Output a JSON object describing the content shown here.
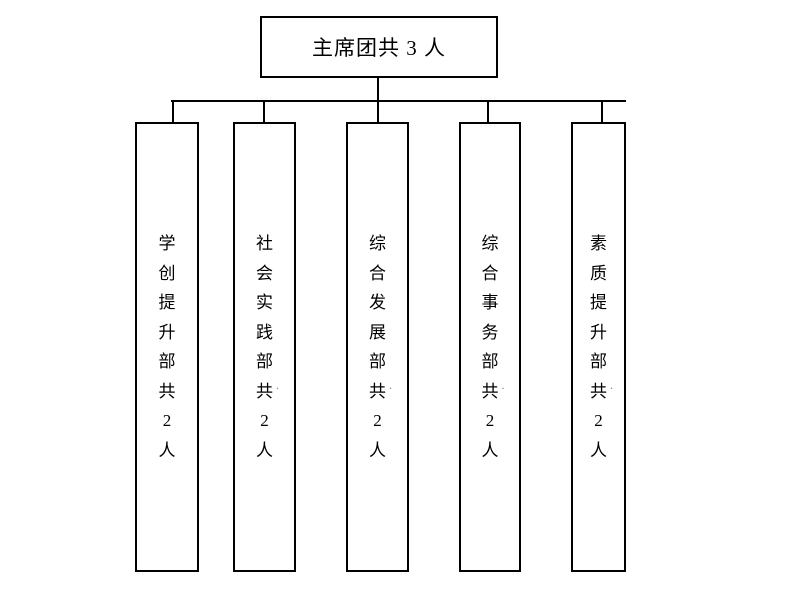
{
  "page": {
    "background_color": "#ffffff",
    "line_color": "#000000",
    "text_color": "#000000",
    "format_dot_color": "#808080"
  },
  "root": {
    "label": "主席团共 3 人"
  },
  "departments": [
    {
      "id": "xuechuang-tisheng-bu",
      "label": "学创提升部共2人",
      "dot_after_index": null
    },
    {
      "id": "shehui-shijian-bu",
      "label": "社会实践部共2人",
      "dot_after_index": 5
    },
    {
      "id": "zonghe-fazhan-bu",
      "label": "综合发展部共2人",
      "dot_after_index": 5
    },
    {
      "id": "zonghe-shiwu-bu",
      "label": "综合事务部共2人",
      "dot_after_index": 5
    },
    {
      "id": "suzhi-tisheng-bu",
      "label": "素质提升部共2人",
      "dot_after_index": 5
    }
  ],
  "format_dot": "·"
}
